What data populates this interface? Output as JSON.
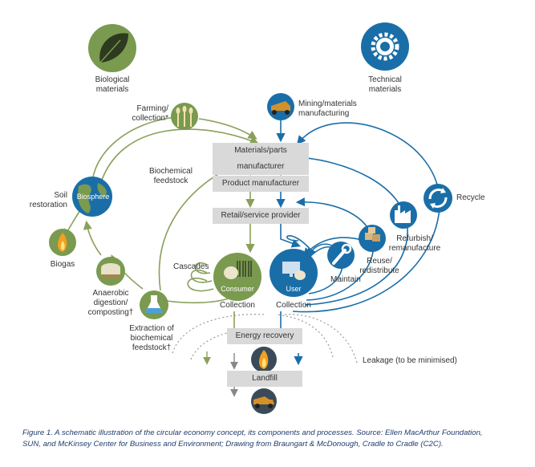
{
  "colors": {
    "biological": "#7a9a4f",
    "technical": "#1a6ea8",
    "box": "#d9d9d9",
    "caption": "#1f3b6e"
  },
  "biological": {
    "heading": "Biological materials",
    "farming": "Farming/ collection*",
    "biochemical_feedstock": "Biochemical feedstock",
    "soil_restoration": "Soil restoration",
    "biosphere": "Biosphere",
    "biogas": "Biogas",
    "anaerobic": "Anaerobic digestion/ composting†",
    "extraction": "Extraction of biochemical feedstock†",
    "cascades": "Cascades",
    "consumer": "Consumer",
    "collection_left": "Collection"
  },
  "technical": {
    "heading": "Technical materials",
    "mining": "Mining/materials manufacturing",
    "recycle": "Recycle",
    "refurbish": "Refurbish/ remanufacture",
    "reuse": "Reuse/ redistribute",
    "maintain": "Maintain",
    "user": "User",
    "collection_right": "Collection"
  },
  "center": {
    "materials_manufacturer": "Materials/parts manufacturer",
    "product_manufacturer": "Product manufacturer",
    "retail": "Retail/service provider",
    "energy_recovery": "Energy recovery",
    "landfill": "Landfill",
    "leakage": "Leakage (to be minimised)"
  },
  "icons": [
    "leaf-icon",
    "gear-icon",
    "wheat-icon",
    "mining-truck-icon",
    "globe-icon",
    "flame-icon",
    "compost-icon",
    "flask-icon",
    "barcode-icon",
    "monitor-icon",
    "wrench-icon",
    "boxes-icon",
    "factory-icon",
    "recycle-icon",
    "dump-truck-icon"
  ],
  "caption": "Figure 1. A schematic illustration of the circular economy concept, its components and processes. Source: Ellen MacArthur Foundation, SUN, and McKinsey Center for Business and Environment; Drawing from Braungart & McDonough, Cradle to Cradle (C2C)."
}
